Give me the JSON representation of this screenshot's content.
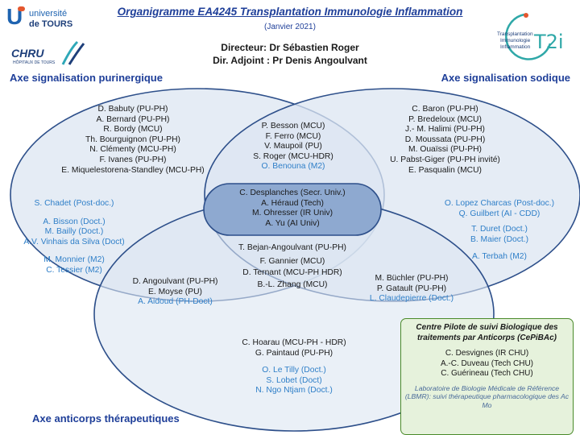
{
  "header": {
    "title": "Organigramme EA4245 Transplantation Immunologie Inflammation",
    "date": "(Janvier 2021)",
    "director": "Directeur: Dr Sébastien Roger",
    "deputy": "Dir. Adjoint : Pr Denis Angoulvant"
  },
  "logos": {
    "univ_line1": "université",
    "univ_line2": "de TOURS",
    "chru": "CHRU",
    "chru_sub": "HÔPITAUX DE TOURS",
    "t2i_line1": "Transplantation",
    "t2i_line2": "Immunologie",
    "t2i_line3": "Inflammation",
    "t2i_mark": "T2i"
  },
  "axes": {
    "purinergique": "Axe signalisation purinergique",
    "sodique": "Axe signalisation sodique",
    "anticorps": "Axe anticorps thérapeutiques"
  },
  "groups": {
    "purinergique_staff": [
      "D. Babuty (PU-PH)",
      "A.      Bernard (PU-PH)",
      "R. Bordy (MCU)",
      "Th. Bourguignon (PU-PH)",
      "N. Clémenty (MCU-PH)",
      "F. Ivanes (PU-PH)",
      "E. Miquelestorena-Standley (MCU-PH)"
    ],
    "purinergique_students": [
      "S. Chadet  (Post-doc.)",
      "",
      "A. Bisson (Doct.)",
      "M. Bailly (Doct.)",
      "A.V. Vinhais da Silva (Doct)",
      "",
      "M. Monnier (M2)",
      "C. Tessier (M2)"
    ],
    "puri_sodique": [
      "P. Besson (MCU)",
      "F. Ferro (MCU)",
      "V. Maupoil (PU)",
      "S. Roger (MCU-HDR)"
    ],
    "puri_sodique_students": [
      "O. Benouna (M2)"
    ],
    "center": [
      "C. Desplanches  (Secr. Univ.)",
      "A.   Héraud (Tech)",
      "M. Ohresser (IR Univ)",
      "A. Yu (AI Univ)"
    ],
    "sodique_staff": [
      "C. Baron (PU-PH)",
      "P. Bredeloux (MCU)",
      "J.- M. Halimi (PU-PH)",
      "D. Moussata (PU-PH)",
      "M. Ouaïssi (PU-PH)",
      "U. Pabst-Giger (PU-PH invité)",
      "E. Pasqualin (MCU)"
    ],
    "sodique_students": [
      "O. Lopez Charcas  (Post-doc.)",
      "Q. Guilbert (AI - CDD)",
      "",
      "T. Duret (Doct.)",
      "B. Maier (Doct.)",
      "",
      "A. Terbah (M2)"
    ],
    "triple": [
      "T. Bejan-Angoulvant (PU-PH)",
      "F. Gannier (MCU)",
      "D. Ternant (MCU-PH HDR)",
      "B.-L. Zhang (MCU)"
    ],
    "puri_anticorps": [
      "D. Angoulvant (PU-PH)",
      "E. Moyse (PU)"
    ],
    "puri_anticorps_students": [
      "A. Aidoud (PH-Doct)"
    ],
    "sodique_anticorps": [
      "M. Büchler (PU-PH)",
      "P. Gatault (PU-PH)"
    ],
    "sodique_anticorps_students": [
      "L. Claudepierre (Doct.)"
    ],
    "anticorps_staff": [
      "C. Hoarau (MCU-PH - HDR)",
      "G. Paintaud (PU-PH)"
    ],
    "anticorps_students": [
      "O. Le Tilly (Doct.)",
      "S. Lobet (Doct)",
      "N. Ngo Ntjam (Doct.)"
    ]
  },
  "cepibac": {
    "title": "Centre Pilote de suivi Biologique des traitements par Anticorps (CePiBAc)",
    "members": [
      "C. Desvignes (IR CHU)",
      "A.-C. Duveau (Tech CHU)",
      "C. Guérineau (Tech CHU)"
    ],
    "footer": "Laboratoire de Biologie Médicale de Référence (LBMR): suivi thérapeutique pharmacologique des Ac Mo"
  },
  "colors": {
    "ellipse_fill": "#dce6f2",
    "ellipse_stroke": "#2d4f8a",
    "center_fill": "#8ea9d0",
    "title_blue": "#1f3f99",
    "student_blue": "#2f7fc8",
    "box_green": "#e6f2dc"
  }
}
